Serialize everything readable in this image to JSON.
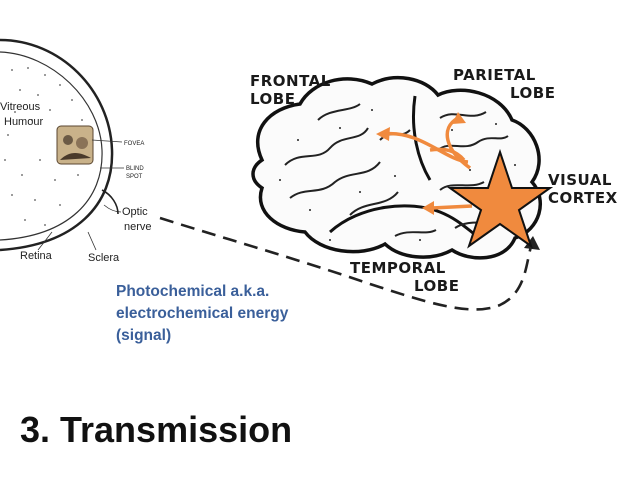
{
  "slide": {
    "title": "3. Transmission",
    "caption": "Photochemical a.k.a.\nelectrochemical energy\n(signal)"
  },
  "eye": {
    "labels": {
      "vitreous_line1": "Vitreous",
      "vitreous_line2": "Humour",
      "fovea": "FOVEA",
      "blind_line1": "BLIND",
      "blind_line2": "SPOT",
      "optic_line1": "Optic",
      "optic_line2": "nerve",
      "retina": "Retina",
      "sclera": "Sclera"
    }
  },
  "brain": {
    "labels": {
      "frontal_line1": "FRONTAL",
      "frontal_line2": "LOBE",
      "parietal_line1": "PARIETAL",
      "parietal_line2": "LOBE",
      "visual_line1": "VISUAL",
      "visual_line2": "CORTEX",
      "temporal_line1": "TEMPORAL",
      "temporal_line2": "LOBE"
    }
  },
  "colors": {
    "accent": "#f08a3e",
    "caption": "#3a5f9a",
    "ink": "#1a1a1a"
  }
}
